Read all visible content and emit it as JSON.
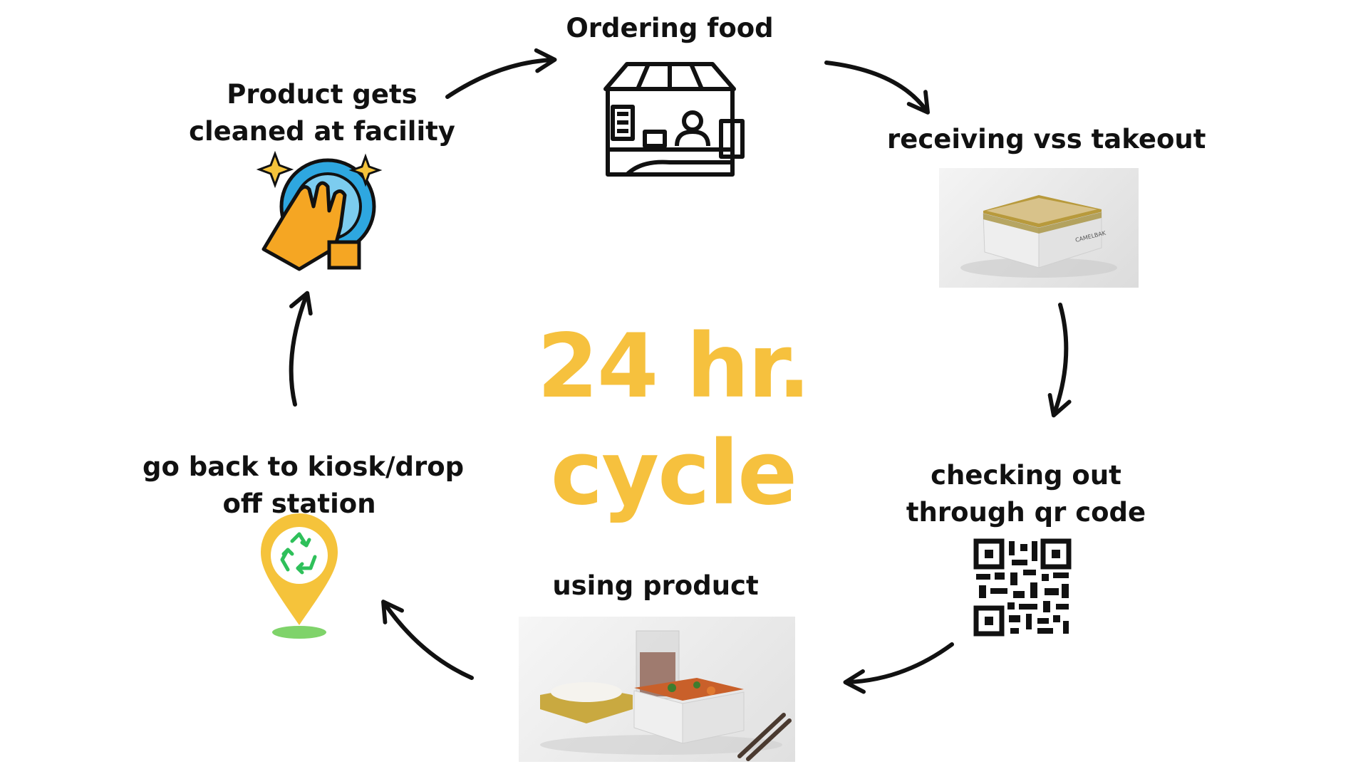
{
  "center": {
    "title": "24 hr. cycle"
  },
  "steps": [
    {
      "line1": "Ordering food",
      "line2": ""
    },
    {
      "line1": "receiving vss takeout",
      "line2": ""
    },
    {
      "line1": "checking out",
      "line2": "through qr code"
    },
    {
      "line1": "using product",
      "line2": ""
    },
    {
      "line1": "go back to kiosk/drop",
      "line2": "off station"
    },
    {
      "line1": "Product gets",
      "line2": "cleaned at facility"
    }
  ],
  "icons": {
    "ordering": "food-kiosk-icon",
    "receiving": "takeout-container-image",
    "checkout": "qr-code-icon",
    "using": "meal-containers-image",
    "dropoff": "recycle-location-pin-icon",
    "cleaning": "hand-cleaning-plate-icon"
  },
  "product_brand": "CAMELBAK",
  "colors": {
    "title": "#f6c13e",
    "text": "#111111",
    "recycle_green": "#2ec05a",
    "pin_yellow": "#f5c33b"
  }
}
